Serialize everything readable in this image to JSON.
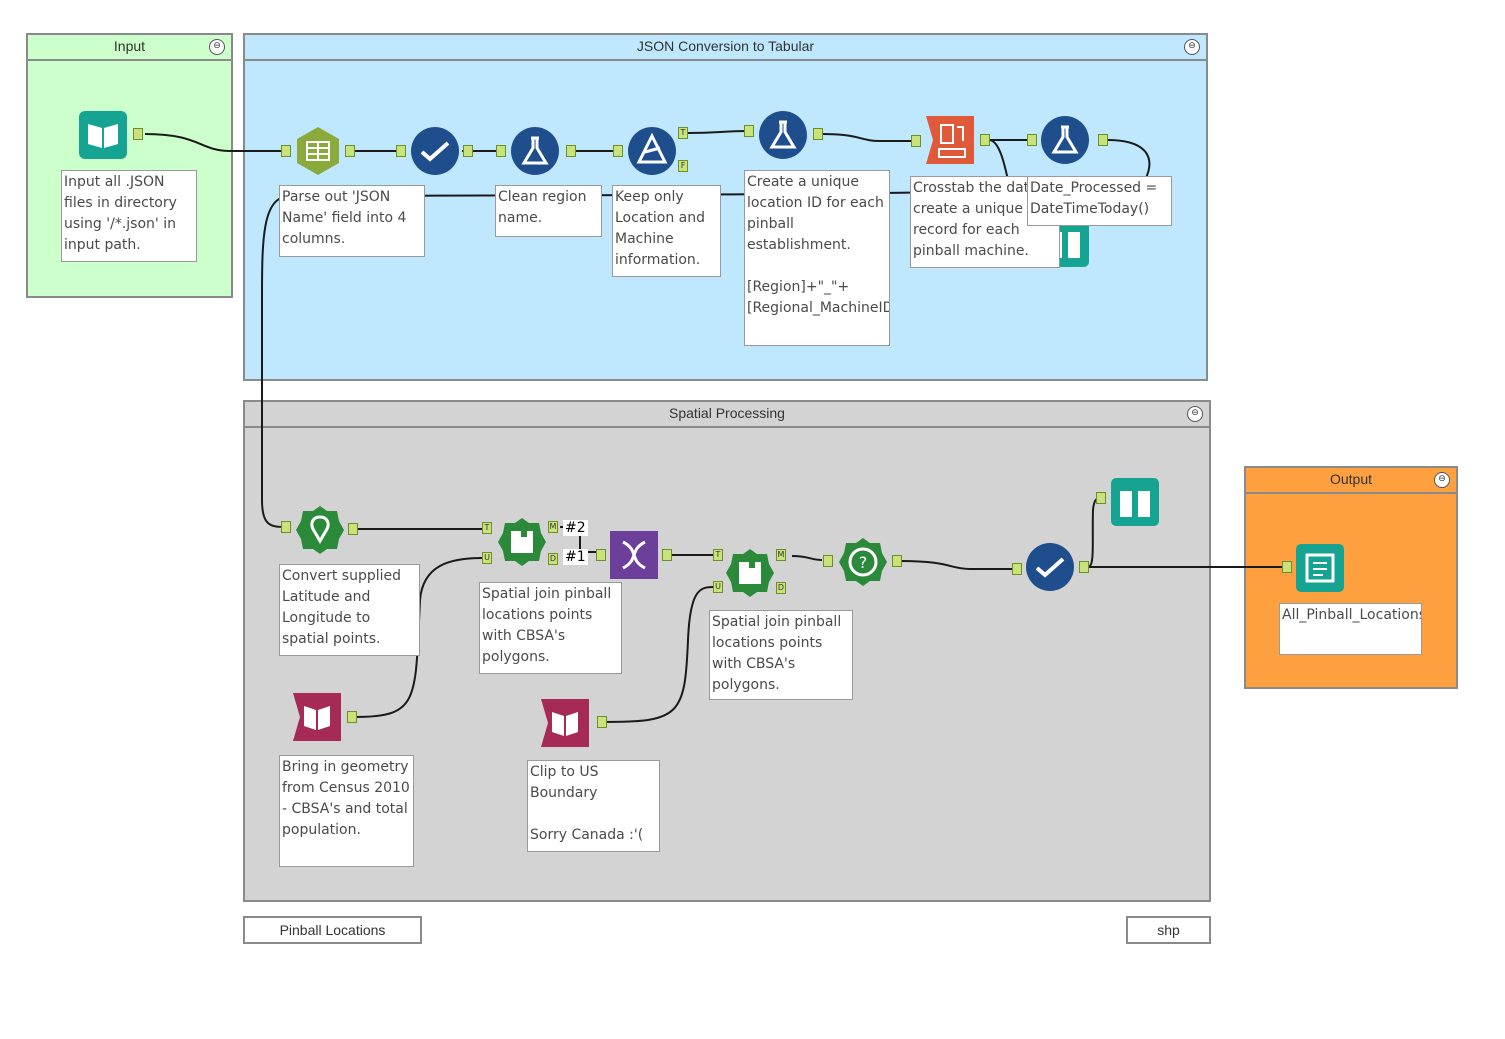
{
  "containers": {
    "input": {
      "title": "Input",
      "color": "#ccffcc"
    },
    "json": {
      "title": "JSON Conversion to Tabular",
      "color": "#bfe8ff"
    },
    "spatial": {
      "title": "Spatial Processing",
      "color": "#d3d3d3"
    },
    "output": {
      "title": "Output",
      "color": "#ffa040"
    }
  },
  "comments": {
    "input_json": "Input all .JSON files in directory using '/*.json' in input path.",
    "parse": "Parse out 'JSON Name' field into 4 columns.",
    "clean": "Clean region name.",
    "keep": "Keep only Location and Machine information.",
    "unique_id": "Create a unique location ID for each pinball establishment.\n\n[Region]+\"_\"+[Regional_MachineID]",
    "crosstab": "Crosstab the data to create a unique record for each pinball machine.",
    "date": "Date_Processed = DateTimeToday()",
    "create_points": "Convert supplied Latitude and Longitude to spatial points.",
    "spatial_join_1": "Spatial join pinball locations points with CBSA's polygons.",
    "spatial_join_2": "Spatial join pinball locations points with CBSA's polygons.",
    "census": "Bring in geometry from Census 2010 - CBSA's and total population.",
    "clip": "Clip to US Boundary\n\nSorry Canada :'(",
    "output_file": "All_Pinball_Locations.tde"
  },
  "labels": {
    "join_a": "#2",
    "join_b": "#1"
  },
  "anchors": {
    "true": "T",
    "false": "F",
    "match": "M",
    "u": "U",
    "dot": "D"
  },
  "tabs": {
    "pinball": "Pinball Locations",
    "shp": "shp"
  },
  "icons": {
    "collapse": "⊖"
  }
}
